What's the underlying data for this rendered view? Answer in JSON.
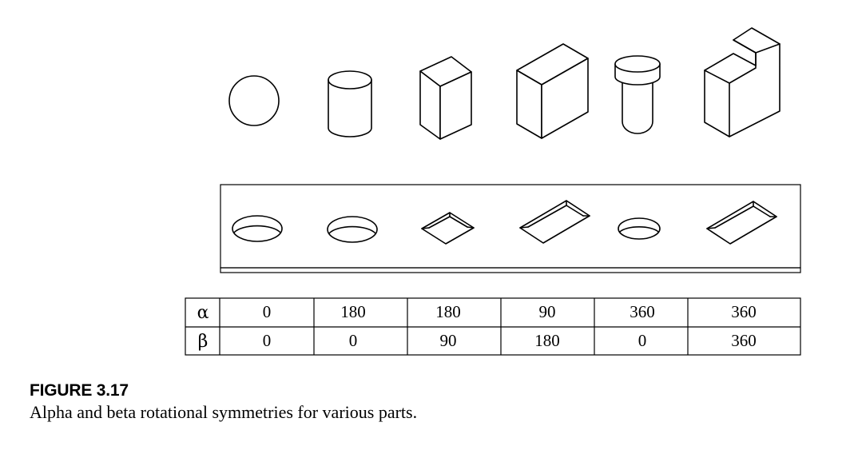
{
  "figure": {
    "label": "FIGURE 3.17",
    "caption": "Alpha and beta rotational symmetries for various parts."
  },
  "parts": [
    {
      "shape": "sphere"
    },
    {
      "shape": "cylinder"
    },
    {
      "shape": "square-prism"
    },
    {
      "shape": "rectangular-block"
    },
    {
      "shape": "headed-pin"
    },
    {
      "shape": "stepped-block"
    }
  ],
  "holes": [
    {
      "shape": "round-hole"
    },
    {
      "shape": "round-hole"
    },
    {
      "shape": "square-hole"
    },
    {
      "shape": "rectangular-hole"
    },
    {
      "shape": "round-hole"
    },
    {
      "shape": "rectangular-hole"
    }
  ],
  "table": {
    "rows": [
      {
        "symbol": "α",
        "values": [
          "0",
          "180",
          "180",
          "90",
          "360",
          "360"
        ]
      },
      {
        "symbol": "β",
        "values": [
          "0",
          "0",
          "90",
          "180",
          "0",
          "360"
        ]
      }
    ]
  }
}
